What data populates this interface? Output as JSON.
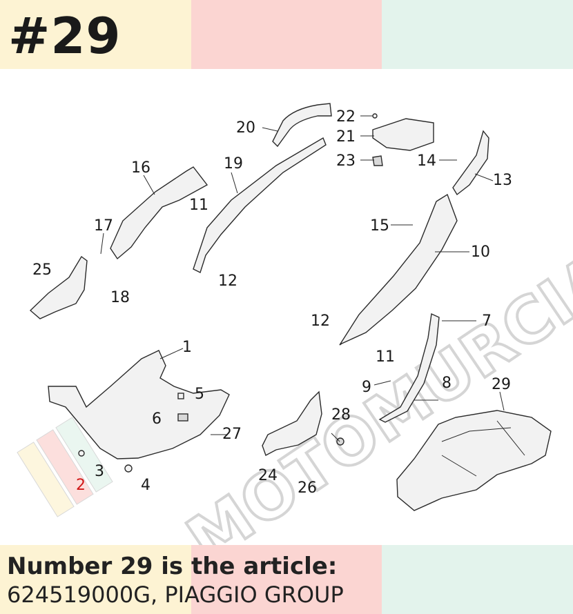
{
  "header": {
    "title": "#29",
    "band_colors": [
      "#fdf3d3",
      "#fbd5d2",
      "#e3f3ec"
    ]
  },
  "diagram": {
    "watermark": "MOTOMURCIA",
    "callouts": [
      "1",
      "2",
      "3",
      "4",
      "5",
      "6",
      "7",
      "8",
      "9",
      "10",
      "11",
      "11",
      "12",
      "12",
      "13",
      "14",
      "15",
      "16",
      "17",
      "18",
      "19",
      "20",
      "21",
      "22",
      "23",
      "24",
      "25",
      "26",
      "27",
      "28",
      "29"
    ],
    "highlight_color": "#d01818"
  },
  "footer": {
    "line1": "Number 29 is the article:",
    "line2": "624519000G, PIAGGIO GROUP"
  }
}
